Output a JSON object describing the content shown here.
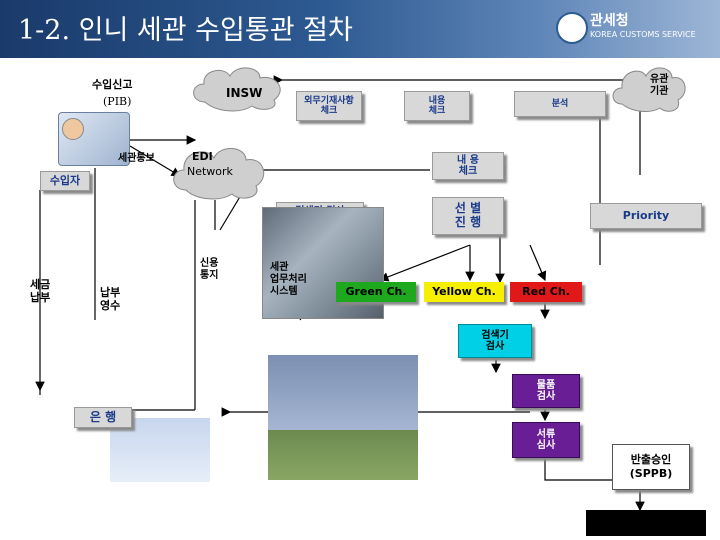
{
  "header": {
    "title": "1-2. 인니 세관 수입통관 절차",
    "logo_name": "관세청",
    "logo_sub": "KOREA CUSTOMS SERVICE"
  },
  "labels": {
    "import_declaration": "수입신고",
    "pib": "(PIB)",
    "customs_notice": "세관통보",
    "importer": "수입자",
    "tax_payment": [
      "세금",
      "납부"
    ],
    "payment_receipt": [
      "납부",
      "영수"
    ],
    "credit_notice": [
      "신용",
      "통지"
    ],
    "customs_system": [
      "세관",
      "업무처리",
      "시스템"
    ],
    "bank": "은 행"
  },
  "nodes": {
    "insw": "INSW",
    "edi_network": [
      "EDI",
      "Network"
    ],
    "related_agency": [
      "유관",
      "기관"
    ],
    "foreign_check": [
      "외무기재사항",
      "체크"
    ],
    "content_check_top": [
      "내용",
      "체크"
    ],
    "analysis": "분석",
    "content_check_mid": [
      "내 용",
      "체크"
    ],
    "inspector_check_top": "검색기 검사",
    "selective_process": [
      "선 별",
      "진 행"
    ],
    "priority": "Priority",
    "green_ch": "Green Ch.",
    "yellow_ch": "Yellow Ch.",
    "red_ch": "Red Ch.",
    "inspector_check_mid": [
      "검색기",
      "검사"
    ],
    "physical_check": [
      "물품",
      "검사"
    ],
    "document_review": [
      "서류",
      "심사"
    ],
    "release_approval": [
      "반출승인",
      "(SPPB)"
    ]
  },
  "colors": {
    "header": "#2d5a92",
    "gray_box": "#d8d8d8",
    "cyan_box": "#00d0e6",
    "purple_box": "#6a1e96",
    "green": "#1ea81e",
    "yellow": "#f6f000",
    "red": "#e01818"
  }
}
